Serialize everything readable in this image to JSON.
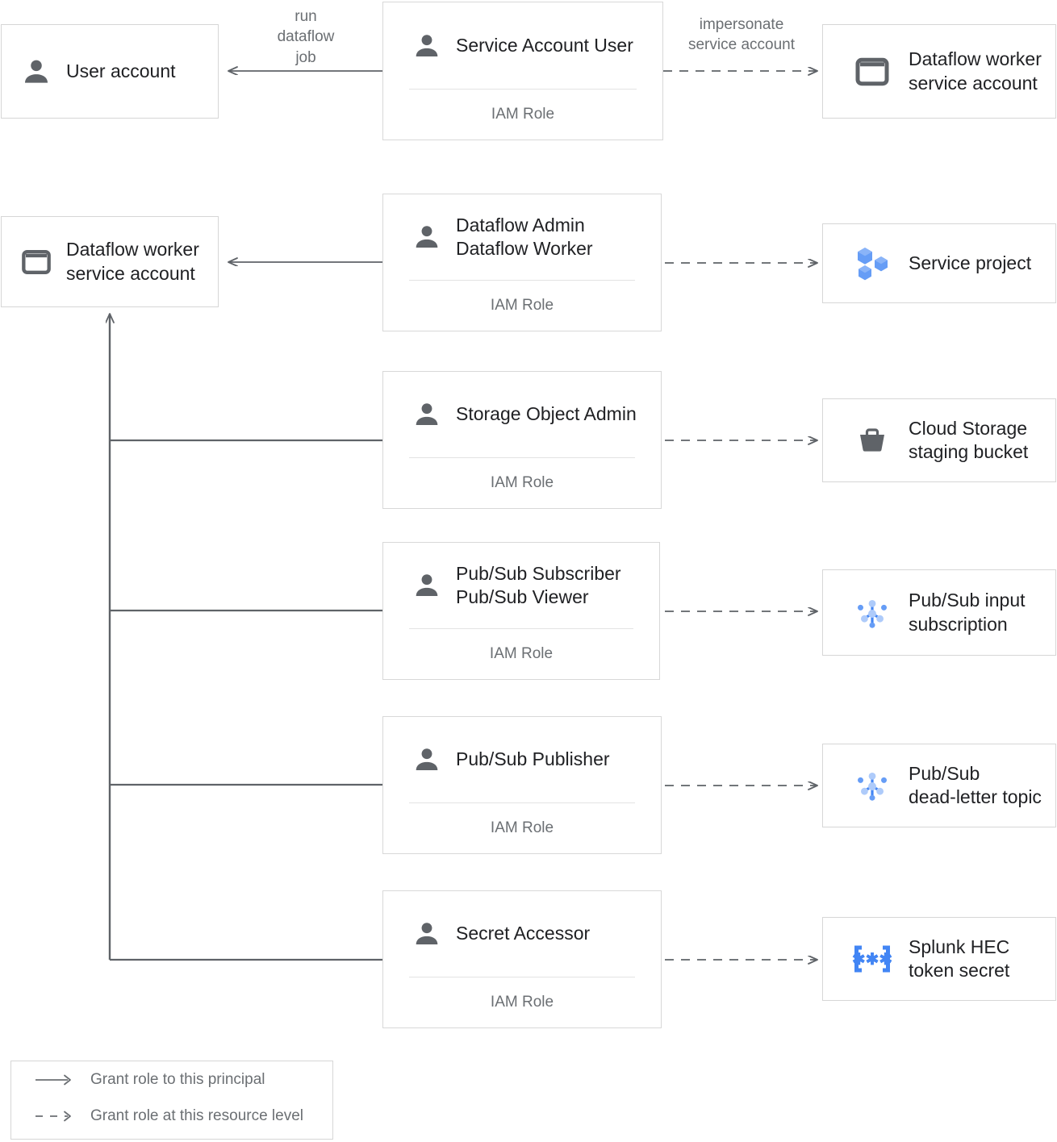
{
  "colors": {
    "line": "#5f6368",
    "box_border": "#d6d6d6",
    "card_border": "#d8d8d8",
    "title_text": "#202124",
    "muted_text": "#6b6f73",
    "icon_gray": "#5f6368",
    "blue_light": "#aecbfa",
    "blue_mid": "#669df6",
    "blue_strong": "#4285f4",
    "background": "#ffffff"
  },
  "principals": [
    {
      "id": "user-account",
      "label": "User account",
      "icon": "person-icon",
      "icon_kind": "person"
    },
    {
      "id": "dataflow-worker-service-account-left",
      "label": "Dataflow worker\nservice account",
      "icon": "service-account-icon",
      "icon_kind": "service-account"
    }
  ],
  "role_cards": [
    {
      "id": "service-account-user",
      "title": "Service Account User",
      "footer": "IAM Role",
      "avatar": "person-icon"
    },
    {
      "id": "dataflow-admin-worker",
      "title": "Dataflow Admin\nDataflow Worker",
      "footer": "IAM Role",
      "avatar": "person-icon"
    },
    {
      "id": "storage-object-admin",
      "title": "Storage Object Admin",
      "footer": "IAM Role",
      "avatar": "person-icon"
    },
    {
      "id": "pubsub-subscriber-viewer",
      "title": "Pub/Sub Subscriber\nPub/Sub Viewer",
      "footer": "IAM Role",
      "avatar": "person-icon"
    },
    {
      "id": "pubsub-publisher",
      "title": "Pub/Sub Publisher",
      "footer": "IAM Role",
      "avatar": "person-icon"
    },
    {
      "id": "secret-accessor",
      "title": "Secret Accessor",
      "footer": "IAM Role",
      "avatar": "person-icon"
    }
  ],
  "resources": [
    {
      "id": "dataflow-worker-service-account-right",
      "label": "Dataflow worker\nservice account",
      "icon": "service-account-icon",
      "icon_kind": "service-account"
    },
    {
      "id": "service-project",
      "label": "Service project",
      "icon": "project-hexagons-icon",
      "icon_kind": "project"
    },
    {
      "id": "cloud-storage-staging-bucket",
      "label": "Cloud Storage\nstaging bucket",
      "icon": "cloud-storage-bucket-icon",
      "icon_kind": "bucket"
    },
    {
      "id": "pubsub-input-subscription",
      "label": "Pub/Sub input\nsubscription",
      "icon": "pubsub-icon",
      "icon_kind": "pubsub"
    },
    {
      "id": "pubsub-dead-letter-topic",
      "label": "Pub/Sub\ndead-letter topic",
      "icon": "pubsub-icon",
      "icon_kind": "pubsub"
    },
    {
      "id": "splunk-hec-token-secret",
      "label": "Splunk HEC\ntoken secret",
      "icon": "secret-manager-icon",
      "icon_kind": "secret"
    }
  ],
  "edge_labels": [
    {
      "id": "run-dataflow-job",
      "text": "run\ndataflow\njob"
    },
    {
      "id": "impersonate-service-account",
      "text": "impersonate\nservice account"
    }
  ],
  "legend": {
    "rows": [
      {
        "id": "legend-solid",
        "marker": "solid-arrow-icon",
        "text": "Grant role to this principal"
      },
      {
        "id": "legend-dashed",
        "marker": "dashed-arrow-icon",
        "text": "Grant role at this resource level"
      }
    ]
  }
}
